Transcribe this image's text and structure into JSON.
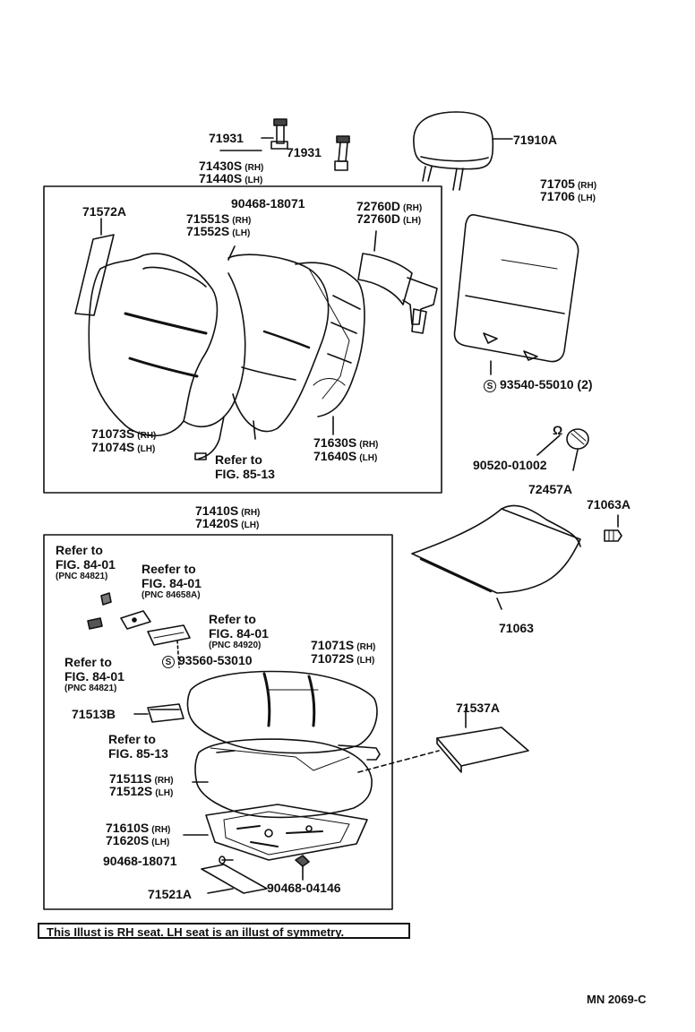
{
  "parts": {
    "p71931a": "71931",
    "p71931b": "71931",
    "p71910A": "71910A",
    "p71430S": "71430S",
    "p71440S": "71440S",
    "p71705": "71705",
    "p71706": "71706",
    "p90468_18071_top": "90468-18071",
    "p71572A": "71572A",
    "p71551S": "71551S",
    "p71552S": "71552S",
    "p72760D_rh": "72760D",
    "p72760D_lh": "72760D",
    "p93540": "93540-55010 (2)",
    "p71073S": "71073S",
    "p71074S": "71074S",
    "p71630S": "71630S",
    "p71640S": "71640S",
    "p90520": "90520-01002",
    "p72457A": "72457A",
    "p71063A": "71063A",
    "p71410S": "71410S",
    "p71420S": "71420S",
    "p71063": "71063",
    "p71071S": "71071S",
    "p71072S": "71072S",
    "p93560": "93560-53010",
    "p71513B": "71513B",
    "p71537A": "71537A",
    "p71511S": "71511S",
    "p71512S": "71512S",
    "p71610S": "71610S",
    "p71620S": "71620S",
    "p90468_18071_bot": "90468-18071",
    "p71521A": "71521A",
    "p90468_04146": "90468-04146"
  },
  "suffix": {
    "rh": "(RH)",
    "lh": "(LH)"
  },
  "omega": "Ω",
  "s_mark": "S",
  "refs": {
    "fig8513_top_a": "Refer to",
    "fig8513_top_b": "FIG. 85-13",
    "fig8401_a_1": "Refer to",
    "fig8401_a_2": "FIG. 84-01",
    "fig8401_a_3": "(PNC 84821)",
    "fig8401_b_1": "Reefer to",
    "fig8401_b_2": "FIG. 84-01",
    "fig8401_b_3": "(PNC 84658A)",
    "fig8401_c_1": "Refer to",
    "fig8401_c_2": "FIG. 84-01",
    "fig8401_c_3": "(PNC 84920)",
    "fig8401_d_1": "Refer to",
    "fig8401_d_2": "FIG. 84-01",
    "fig8401_d_3": "(PNC 84821)",
    "fig8513_bot_a": "Refer to",
    "fig8513_bot_b": "FIG. 85-13"
  },
  "note": "This Illust is RH seat. LH seat is an illust of symmetry.",
  "drawing_code": "MN  2069-C"
}
